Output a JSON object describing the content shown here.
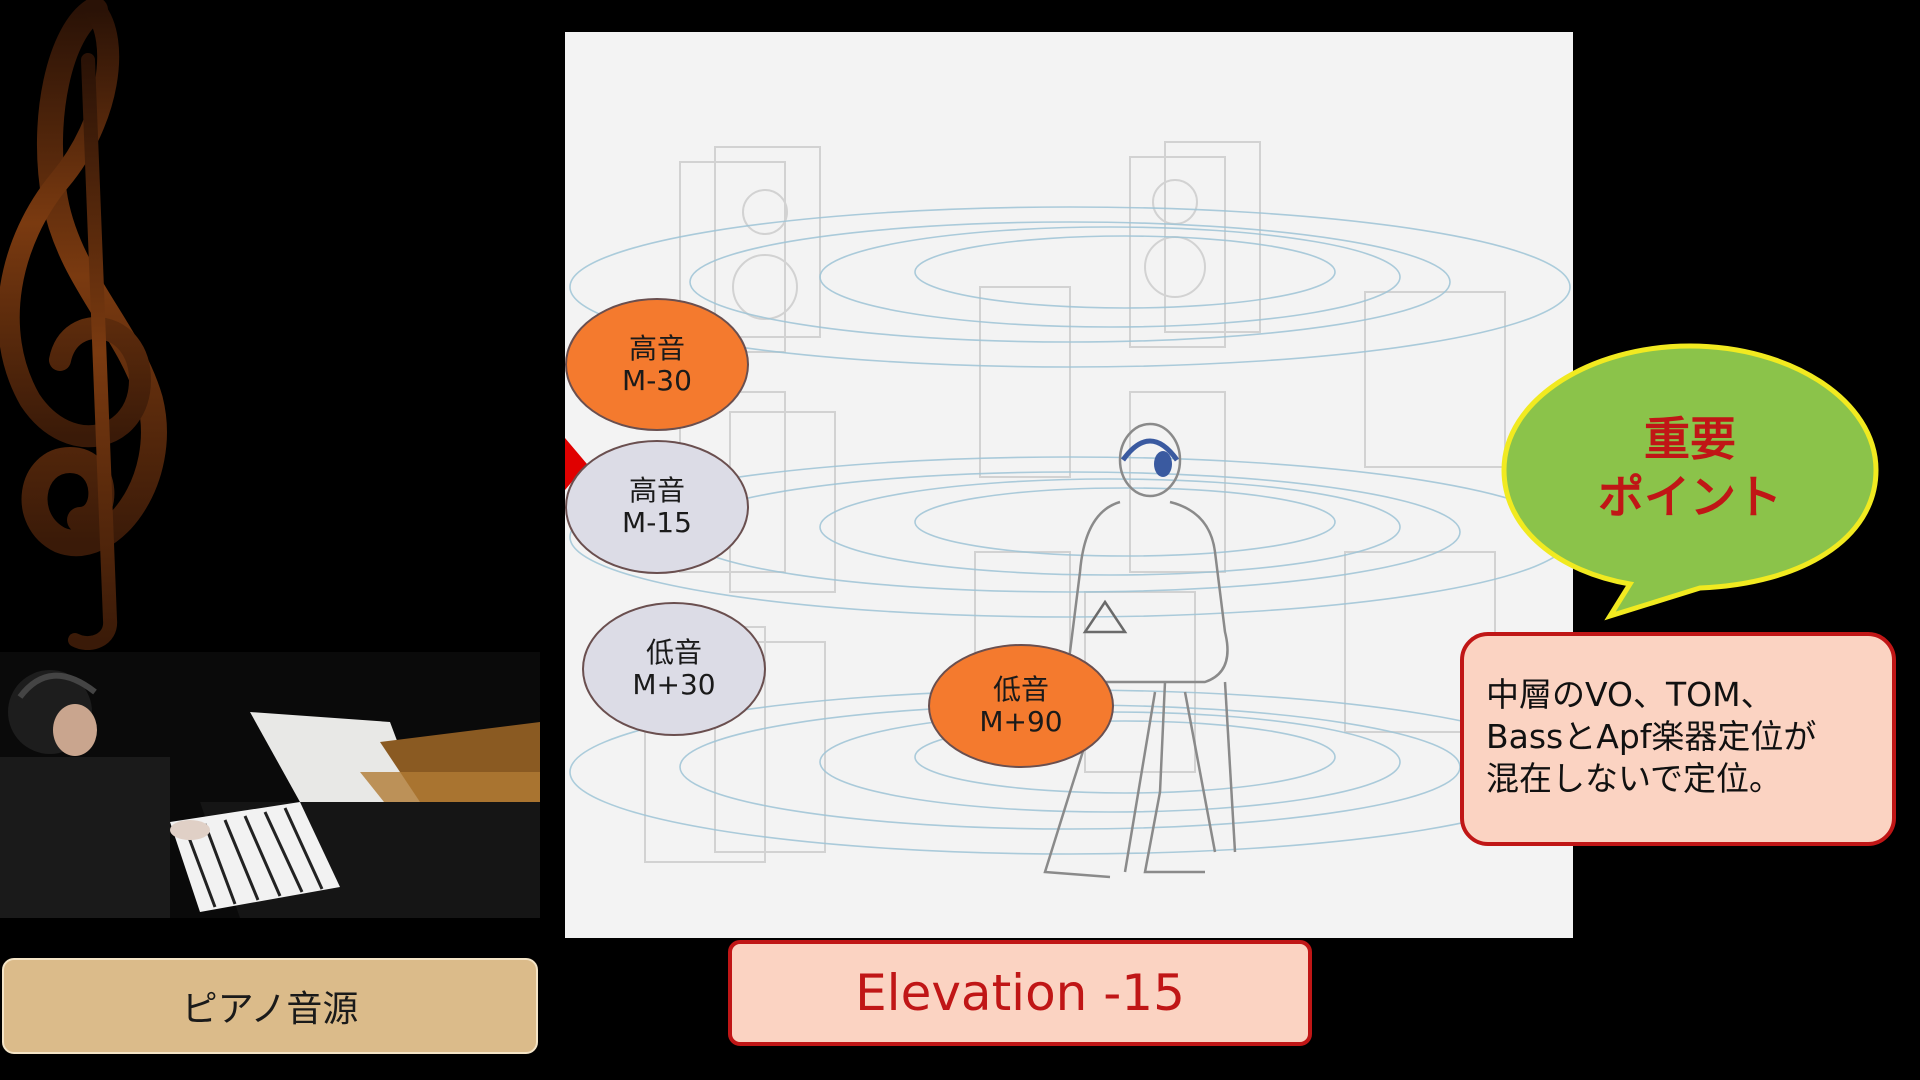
{
  "caption": "ピアノ音源",
  "elevation_label": "Elevation -15",
  "bubbles": [
    {
      "line1": "高音",
      "line2": "M-30"
    },
    {
      "line1": "高音",
      "line2": "M-15"
    },
    {
      "line1": "低音",
      "line2": "M+30"
    },
    {
      "line1": "低音",
      "line2": "M+90"
    }
  ],
  "key_point": {
    "line1": "重要",
    "line2": "ポイント"
  },
  "note": {
    "line1": "中層のVO、TOM、",
    "line2": "BassとApf楽器定位が",
    "line3": "混在しないで定位。"
  },
  "colors": {
    "accent_red": "#c01616",
    "bubble_orange": "#f47a2e",
    "bubble_gray": "#dcdce6",
    "key_point_green": "#8bc34a",
    "caption_tan": "#dbbb8a"
  }
}
